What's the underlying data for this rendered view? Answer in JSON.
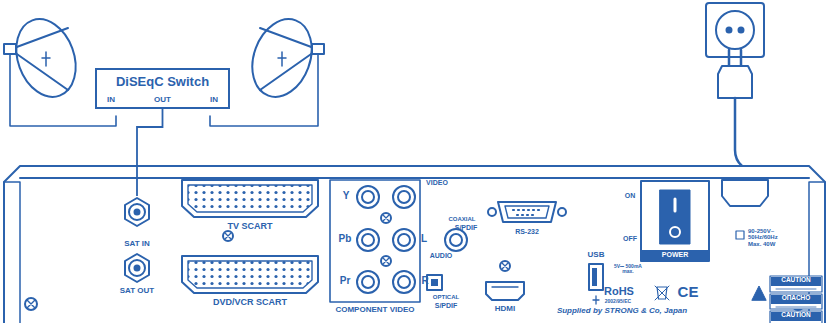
{
  "diagram": {
    "nodes": [
      {
        "text": [
          "DiSEqC Switch",
          "IN",
          "OUT",
          "IN"
        ]
      },
      {
        "text": [
          "SAT IN"
        ]
      }
    ],
    "edges": [
      {
        "from": 0,
        "to": 1,
        "arrow": "none"
      }
    ],
    "labels": [
      "TV SCART",
      "DVD/VCR SCART",
      "SAT OUT",
      "Y",
      "Pb",
      "Pr",
      "COMPONENT VIDEO",
      "VIDEO",
      "COAXIAL",
      "S/PDIF",
      "L",
      "AUDIO",
      "R",
      "OPTICAL",
      "S/PDIF",
      "RS-232",
      "HDMI",
      "USB",
      "5V⎓ 500mA max.",
      "ON",
      "OFF",
      "POWER",
      "90-250V~ 50Hz/60Hz Max. 40W",
      "RoHS",
      "2002/95/EC",
      "CE",
      "CAUTION",
      "ОПАСНО",
      "CAUTION",
      "Supplied by STRONG & Co, Japan"
    ]
  }
}
